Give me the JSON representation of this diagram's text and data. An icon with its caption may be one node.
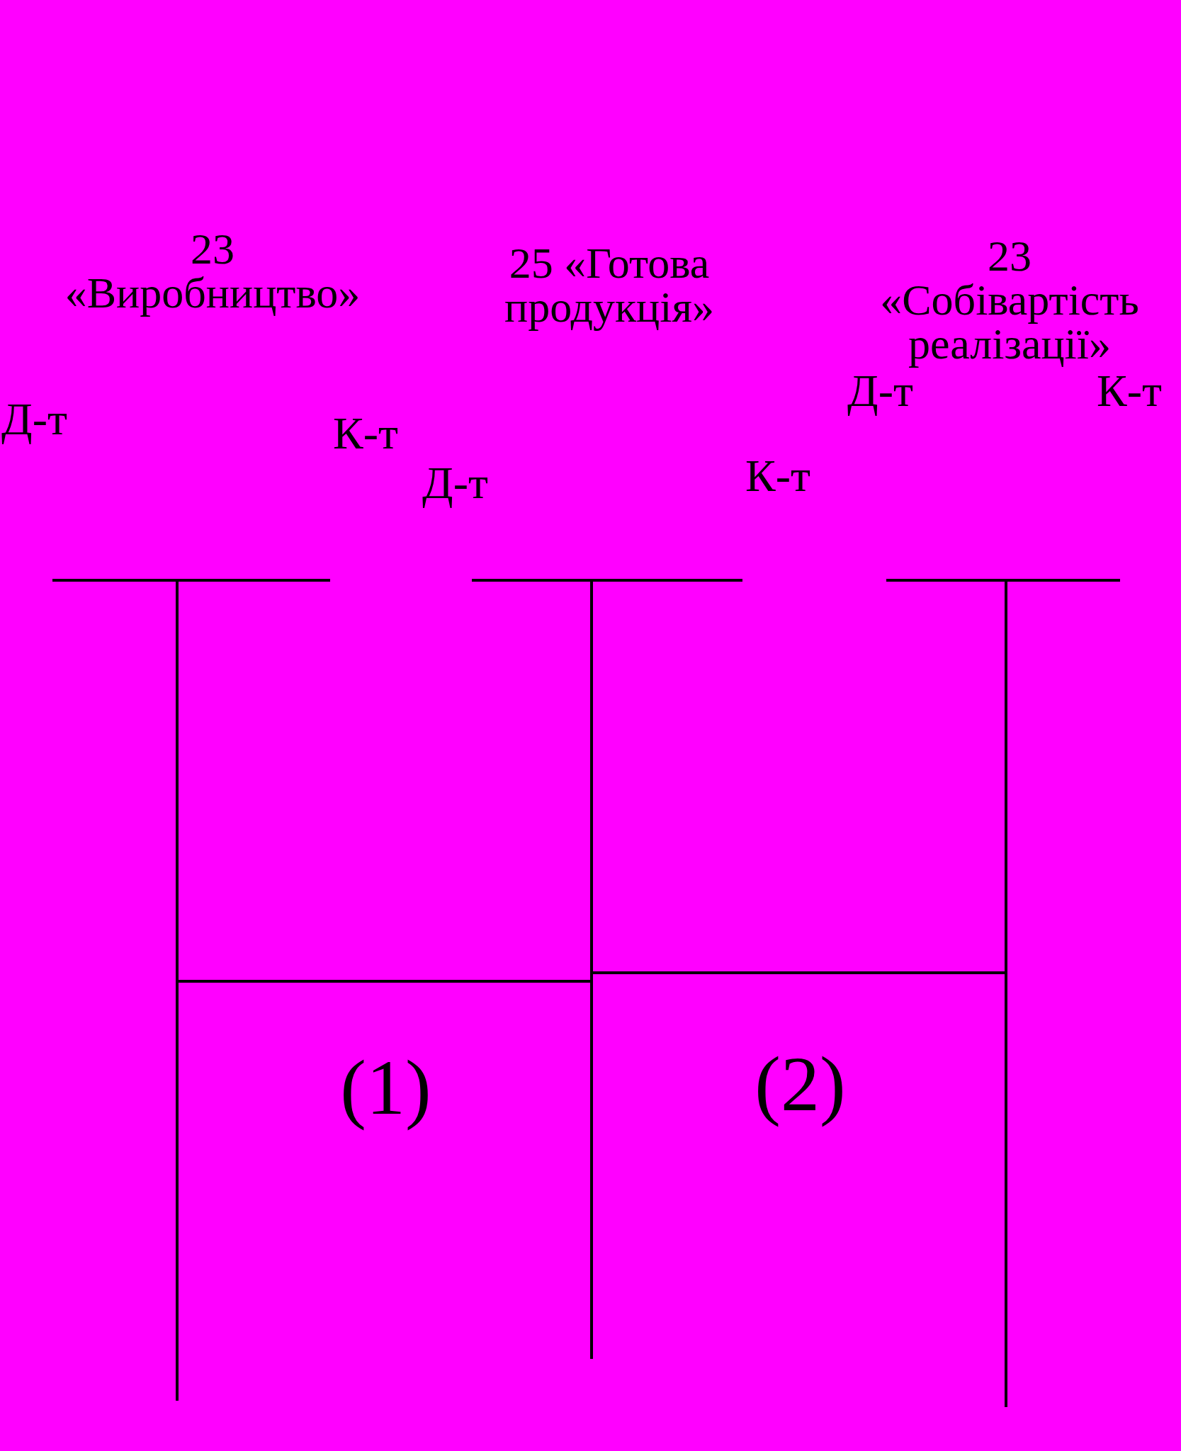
{
  "diagram": {
    "nodes": [
      {
        "text": [
          "23 «Виробництво»",
          "Д-т",
          "К-т"
        ]
      },
      {
        "text": [],
        "shape": "bar"
      },
      {
        "text": [
          "25 «Готова продукція»",
          "Д-т",
          "К-т"
        ]
      },
      {
        "text": [],
        "shape": "bar"
      },
      {
        "text": [
          "23 «Собівартість реалізації»",
          "Д-т",
          "К-т"
        ]
      },
      {
        "text": [],
        "shape": "bar"
      }
    ],
    "edges": [
      {
        "from": 1,
        "to": 3,
        "arrow": "none",
        "label": "(1)"
      },
      {
        "from": 3,
        "to": 5,
        "arrow": "none",
        "label": "(2)"
      }
    ]
  }
}
